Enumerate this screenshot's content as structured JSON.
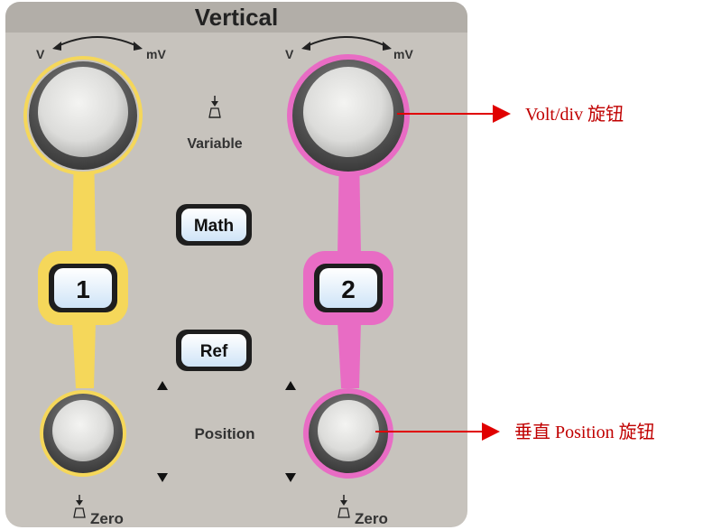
{
  "panel": {
    "title": "Vertical",
    "ch1_scale_left": "V",
    "ch1_scale_right": "mV",
    "ch2_scale_left": "V",
    "ch2_scale_right": "mV",
    "variable_label": "Variable",
    "position_label": "Position",
    "zero_label_left": "Zero",
    "zero_label_right": "Zero"
  },
  "buttons": {
    "math": "Math",
    "ref": "Ref",
    "ch1": "1",
    "ch2": "2"
  },
  "annotations": {
    "volt_div": "Volt/div 旋钮",
    "position": "垂直 Position 旋钮"
  },
  "colors": {
    "ch1": "#f5d75a",
    "ch2": "#e86cc4",
    "arrow": "#e00000",
    "panel": "#c7c3bd"
  }
}
